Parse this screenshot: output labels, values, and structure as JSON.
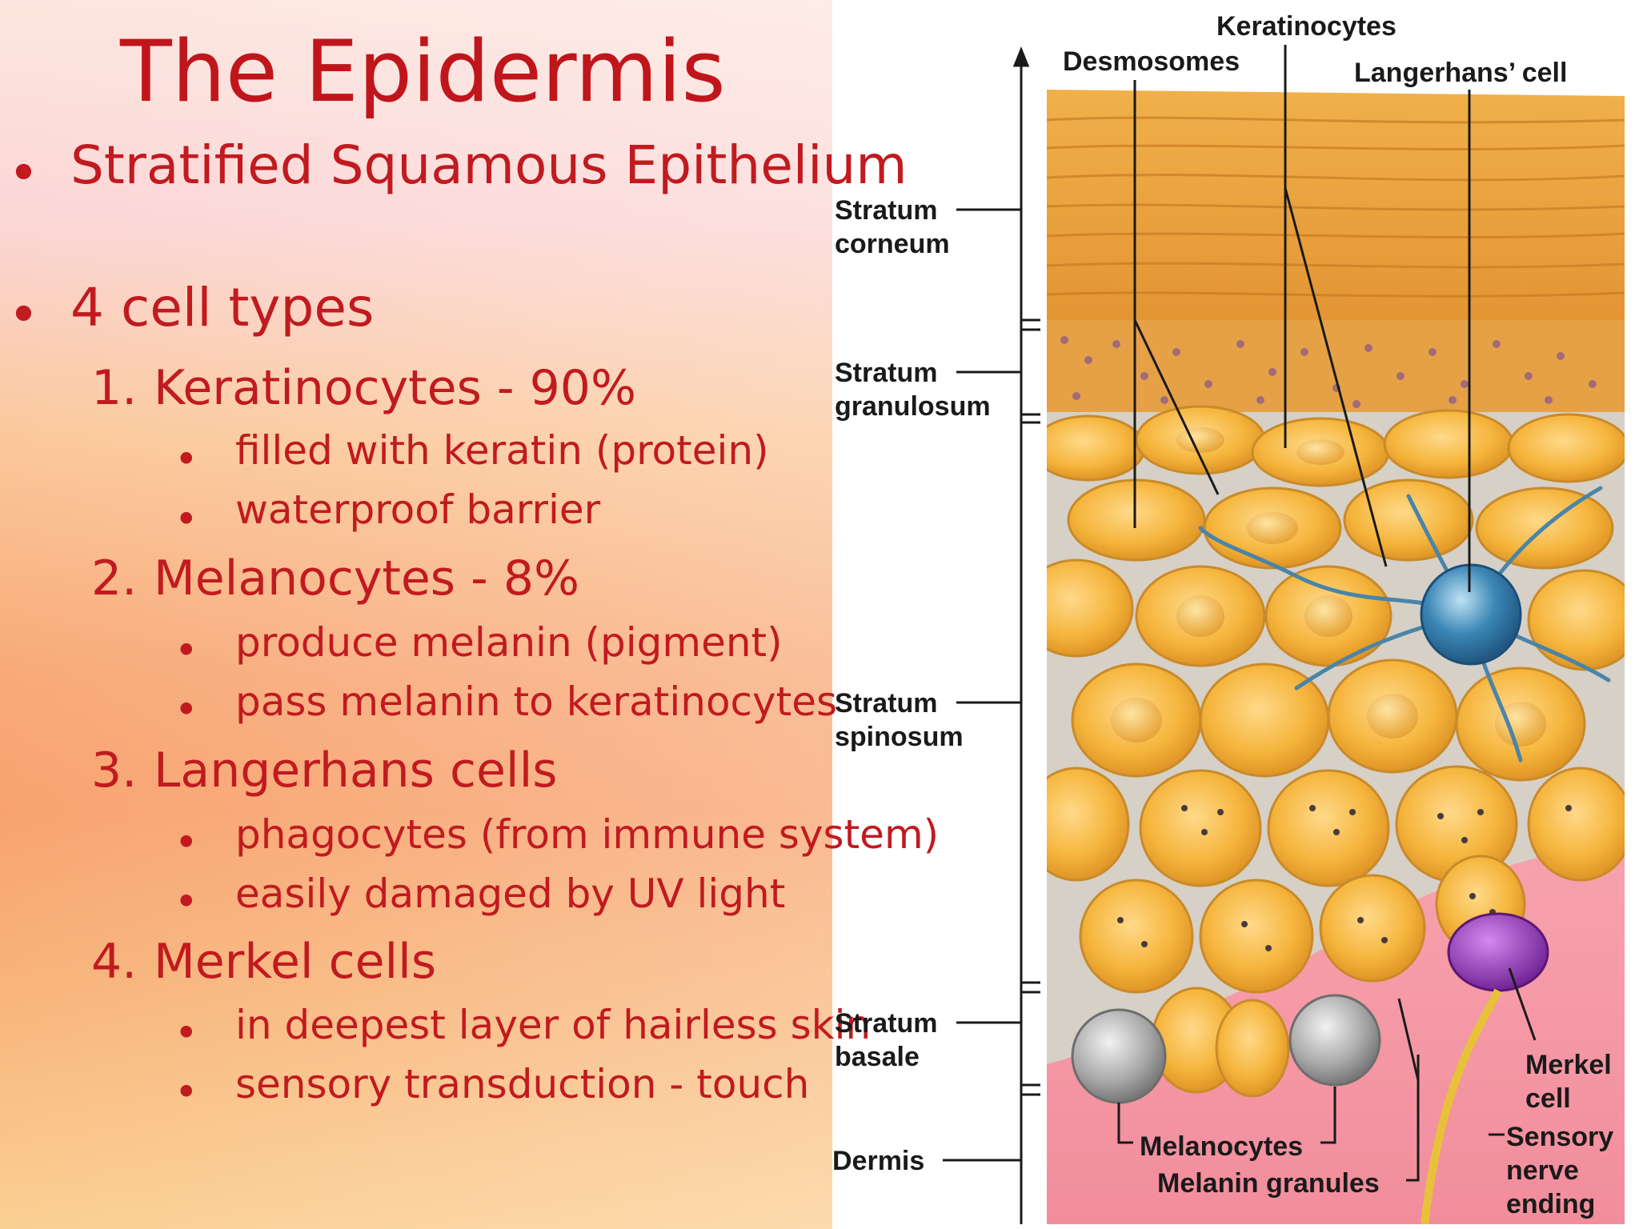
{
  "slide": {
    "title": "The Epidermis",
    "bullets": [
      {
        "text": "Stratified Squamous Epithelium"
      },
      {
        "text": "4 cell types"
      }
    ],
    "cell_types": [
      {
        "number": "1.",
        "name": "Keratinocytes - 90%",
        "points": [
          "filled with keratin (protein)",
          "waterproof barrier"
        ]
      },
      {
        "number": "2.",
        "name": "Melanocytes - 8%",
        "points": [
          "produce melanin (pigment)",
          "pass melanin to keratinocytes"
        ]
      },
      {
        "number": "3.",
        "name": "Langerhans cells",
        "points": [
          "phagocytes (from immune system)",
          "easily damaged by UV light"
        ]
      },
      {
        "number": "4.",
        "name": "Merkel cells",
        "points": [
          "in deepest layer of hairless skin",
          "sensory transduction - touch"
        ]
      }
    ]
  },
  "diagram": {
    "layer_labels": {
      "corneum_1": "Stratum",
      "corneum_2": "corneum",
      "granulosum_1": "Stratum",
      "granulosum_2": "granulosum",
      "spinosum_1": "Stratum",
      "spinosum_2": "spinosum",
      "basale_1": "Stratum",
      "basale_2": "basale",
      "dermis": "Dermis"
    },
    "callouts": {
      "keratinocytes": "Keratinocytes",
      "desmosomes": "Desmosomes",
      "langerhans": "Langerhans’ cell",
      "melanocytes": "Melanocytes",
      "melanin_granules": "Melanin granules",
      "merkel_1": "Merkel",
      "merkel_2": "cell",
      "sensory_1": "Sensory",
      "sensory_2": "nerve",
      "sensory_3": "ending"
    },
    "colors": {
      "corneum": "#e9a23b",
      "cell": "#f2b43a",
      "dermis": "#f59aa6",
      "langerhans": "#3a86b5",
      "merkel": "#8d2fb3",
      "melanocyte": "#a9a9a9",
      "text_red": "#c11a1f"
    }
  }
}
